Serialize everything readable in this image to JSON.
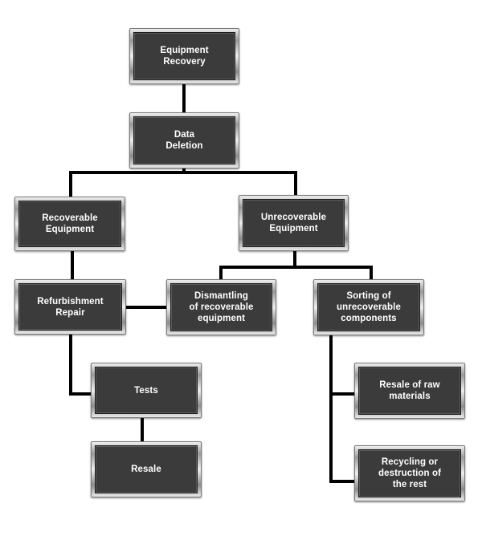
{
  "diagram": {
    "colors": {
      "box_fill": "#3b3b3b",
      "box_frame": "#a8a8a8",
      "text": "#ffffff",
      "connector": "#000000"
    },
    "nodes": {
      "equipment_recovery": "Equipment\nRecovery",
      "data_deletion": "Data\nDeletion",
      "recoverable_equipment": "Recoverable\nEquipment",
      "unrecoverable_equipment": "Unrecoverable\nEquipment",
      "refurbishment_repair": "Refurbishment\nRepair",
      "dismantling": "Dismantling\nof recoverable\nequipment",
      "sorting": "Sorting of\nunrecoverable\ncomponents",
      "tests": "Tests",
      "resale": "Resale",
      "resale_raw_materials": "Resale of raw\nmaterials",
      "recycling": "Recycling or\ndestruction of\nthe rest"
    }
  }
}
